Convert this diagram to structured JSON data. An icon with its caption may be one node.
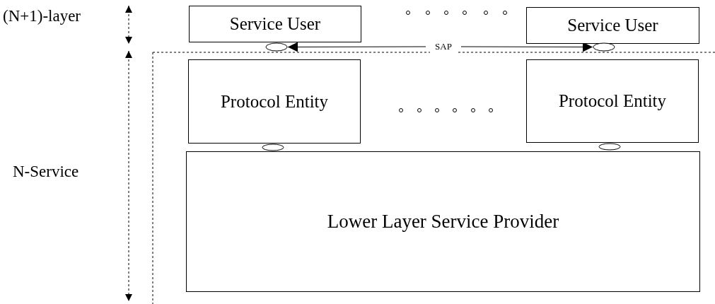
{
  "diagram": {
    "nodes": [
      {
        "text": [
          "Service User"
        ]
      },
      {
        "text": [
          "Service User"
        ]
      },
      {
        "text": [
          "SAP"
        ]
      },
      {
        "text": [],
        "shape": "ellipse"
      },
      {
        "text": [],
        "shape": "ellipse"
      },
      {
        "text": [
          "Protocol Entity"
        ]
      },
      {
        "text": [
          "Protocol Entity"
        ]
      },
      {
        "text": [],
        "shape": "ellipse"
      },
      {
        "text": [],
        "shape": "ellipse"
      },
      {
        "text": [
          "Lower Layer Service Provider"
        ]
      }
    ],
    "edges": [
      {
        "from": 2,
        "to": 3,
        "arrow": "to"
      },
      {
        "from": 2,
        "to": 4,
        "arrow": "to"
      }
    ],
    "labels": [
      "(N+1)-layer",
      "N-Service"
    ]
  }
}
